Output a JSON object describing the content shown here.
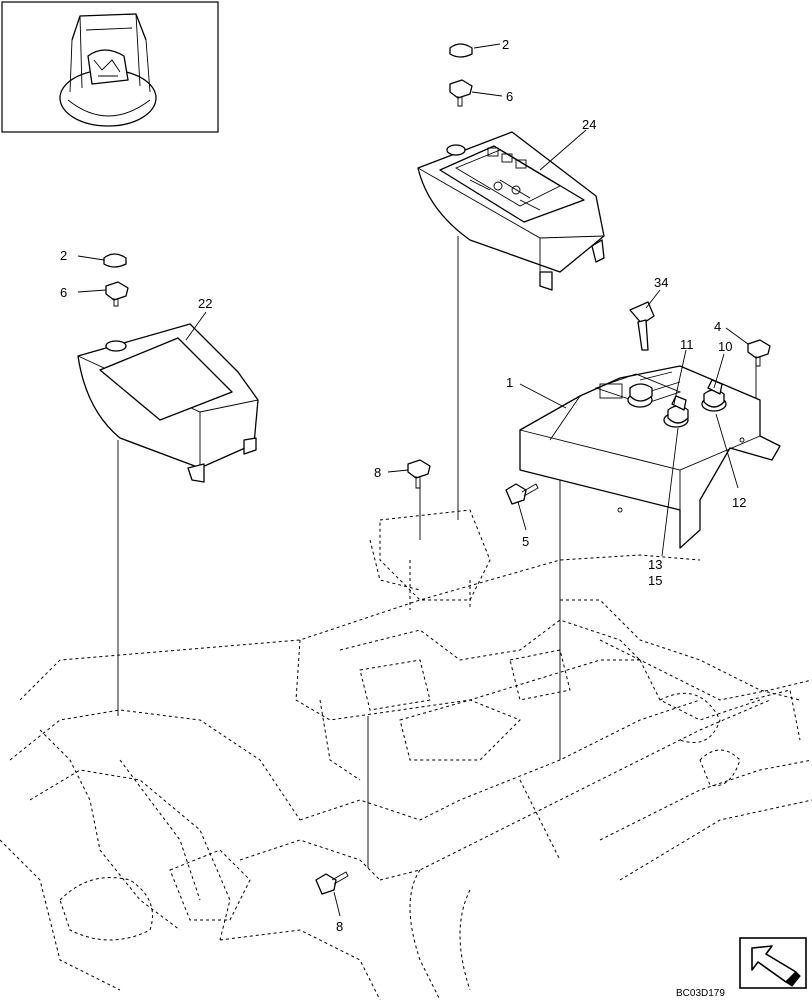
{
  "diagram": {
    "drawing_code": "BC03D179",
    "callouts": [
      {
        "id": "c-2-top",
        "text": "2"
      },
      {
        "id": "c-6-top",
        "text": "6"
      },
      {
        "id": "c-24",
        "text": "24"
      },
      {
        "id": "c-2-left",
        "text": "2"
      },
      {
        "id": "c-6-left",
        "text": "6"
      },
      {
        "id": "c-22",
        "text": "22"
      },
      {
        "id": "c-34",
        "text": "34"
      },
      {
        "id": "c-4",
        "text": "4"
      },
      {
        "id": "c-11",
        "text": "11"
      },
      {
        "id": "c-10",
        "text": "10"
      },
      {
        "id": "c-1",
        "text": "1"
      },
      {
        "id": "c-12",
        "text": "12"
      },
      {
        "id": "c-8-mid",
        "text": "8"
      },
      {
        "id": "c-5",
        "text": "5"
      },
      {
        "id": "c-13",
        "text": "13"
      },
      {
        "id": "c-15",
        "text": "15"
      },
      {
        "id": "c-8-bottom",
        "text": "8"
      }
    ]
  }
}
